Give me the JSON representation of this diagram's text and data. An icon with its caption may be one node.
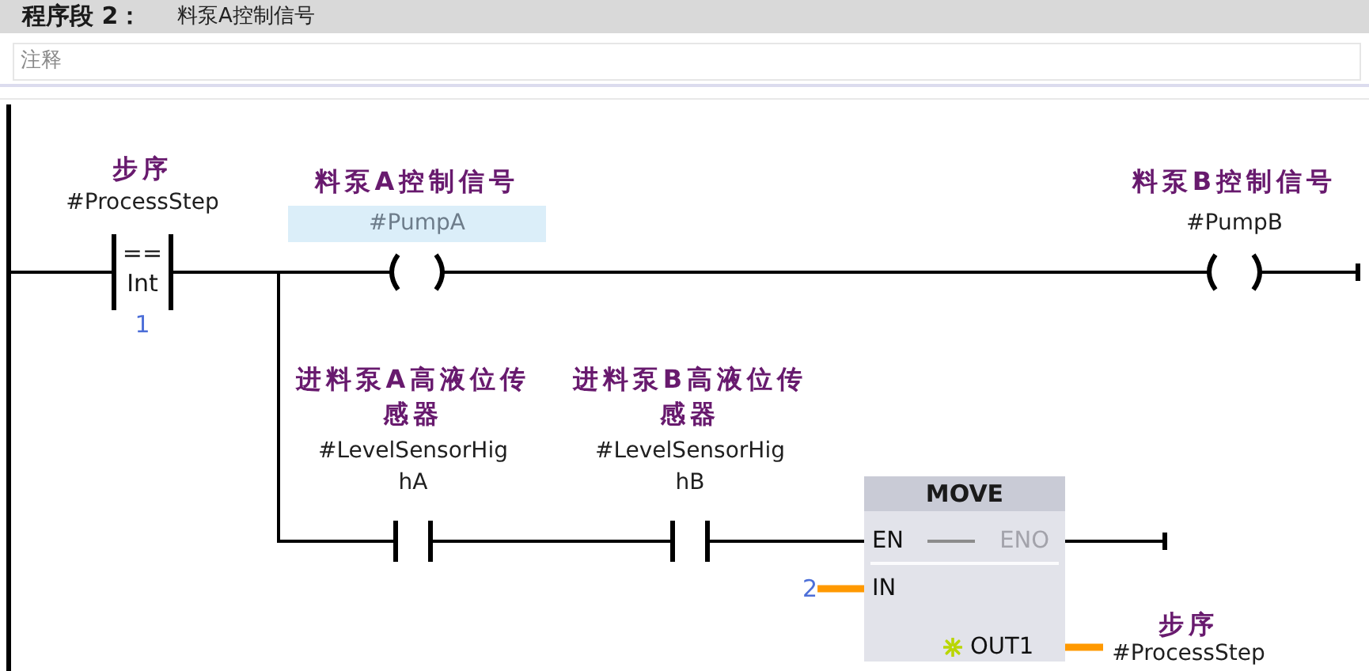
{
  "diagram": {
    "title": "程序段 2：",
    "nodes": [
      {
        "text": [],
        "shape": "bar"
      },
      {
        "text": [
          "步序",
          "#ProcessStep",
          "==",
          "Int",
          "1"
        ]
      },
      {
        "text": [
          "料泵A控制信号",
          "#PumpA"
        ]
      },
      {
        "text": [
          "料泵B控制信号",
          "#PumpB"
        ]
      },
      {
        "text": [
          "进料泵A高液位传感器",
          "#LevelSensorHighA"
        ]
      },
      {
        "text": [
          "进料泵B高液位传感器",
          "#LevelSensorHighB"
        ]
      },
      {
        "text": [
          "MOVE",
          "EN",
          "ENO",
          "IN",
          "OUT1"
        ]
      },
      {
        "text": [
          "2"
        ]
      },
      {
        "text": [
          "步序",
          "#ProcessStep"
        ]
      }
    ],
    "edges": [
      {
        "from": 0,
        "to": 1,
        "arrow": "none"
      },
      {
        "from": 1,
        "to": 2,
        "arrow": "none"
      },
      {
        "from": 2,
        "to": 3,
        "arrow": "none"
      },
      {
        "from": 3,
        "to": null,
        "arrow": "other"
      },
      {
        "from": 1,
        "to": 4,
        "arrow": "none"
      },
      {
        "from": 4,
        "to": 5,
        "arrow": "none"
      },
      {
        "from": 5,
        "to": 6,
        "arrow": "none"
      },
      {
        "from": 6,
        "to": null,
        "arrow": "other"
      },
      {
        "from": 7,
        "to": 6,
        "arrow": "none",
        "style": "thick",
        "color": "#ff9900"
      },
      {
        "from": 6,
        "to": 8,
        "arrow": "none",
        "style": "thick",
        "color": "#ff9900"
      }
    ],
    "labels": [
      "料泵A控制信号",
      "注释"
    ]
  }
}
